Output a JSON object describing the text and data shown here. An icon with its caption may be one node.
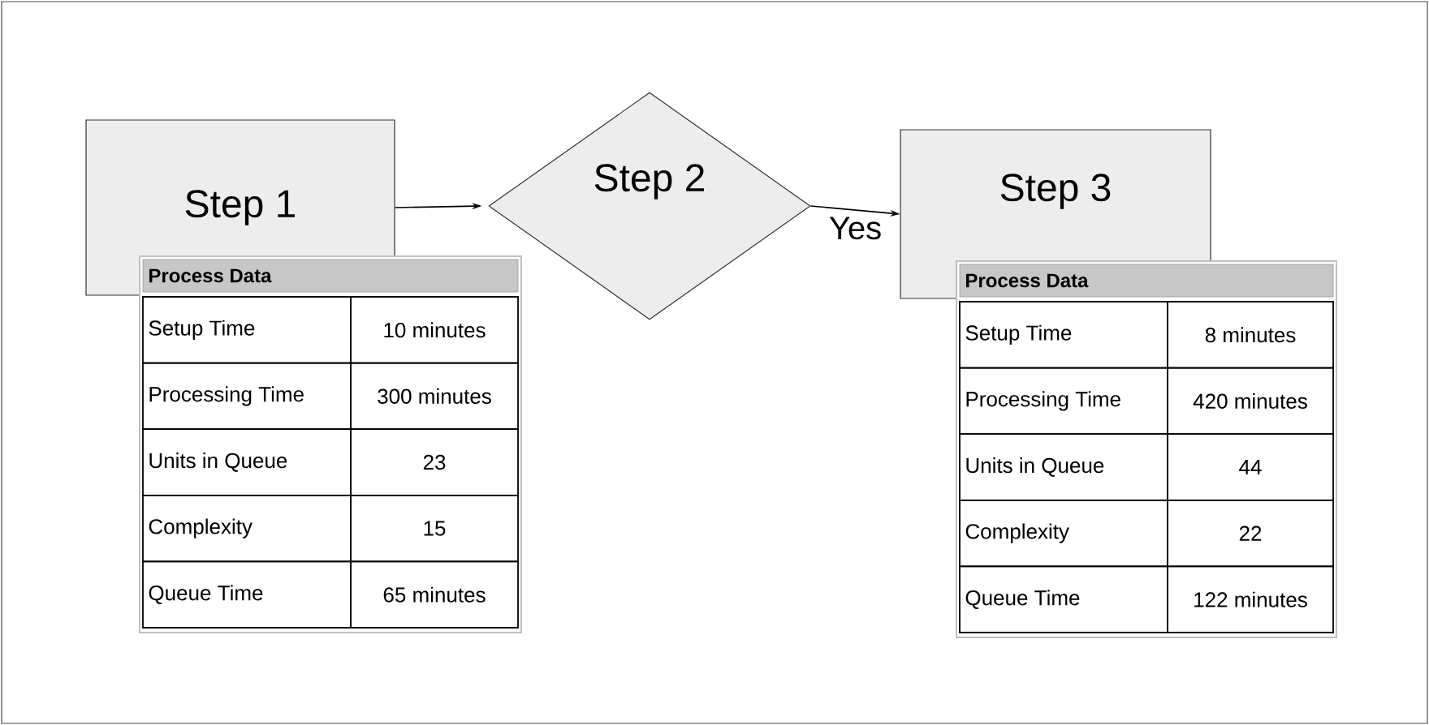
{
  "diagram": {
    "nodes": [
      {
        "text": [
          "Step 1"
        ]
      },
      {
        "text": [
          "Step 2"
        ]
      },
      {
        "text": [
          "Step 3"
        ]
      }
    ],
    "edges": [
      {
        "from": 0,
        "to": 1,
        "arrow": "to"
      },
      {
        "from": 1,
        "to": 2,
        "arrow": "to",
        "label": "Yes"
      }
    ],
    "labels": [
      "Process Data",
      "Setup Time",
      "10 minutes",
      "Processing Time",
      "300 minutes",
      "Units in Queue",
      "23",
      "Complexity",
      "15",
      "Queue Time",
      "65 minutes",
      "Process Data",
      "Setup Time",
      "8 minutes",
      "Processing Time",
      "420 minutes",
      "Units in Queue",
      "44",
      "Complexity",
      "22",
      "Queue Time",
      "122 minutes"
    ]
  }
}
